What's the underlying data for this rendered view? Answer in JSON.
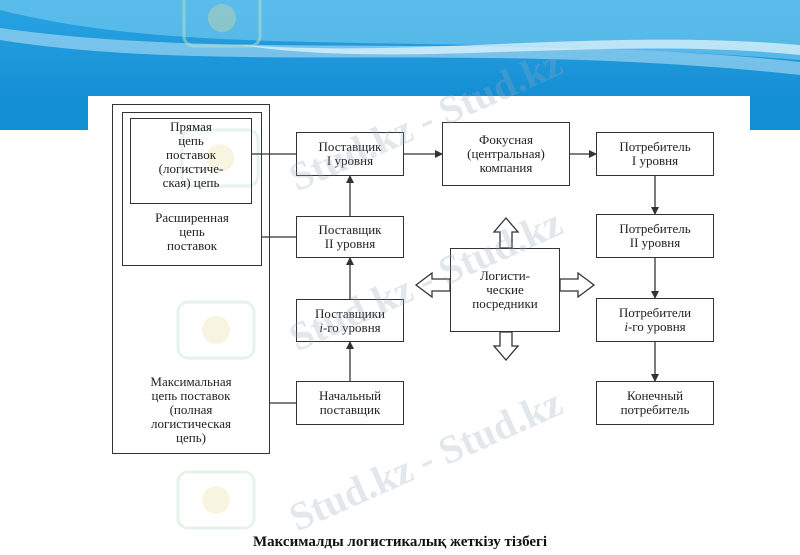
{
  "diagram": {
    "outer_left": {
      "direct_chain": "Прямая\nцепь\nпоставок\n(логистиче-\nская) цепь",
      "extended_chain": "Расширенная\nцепь\nпоставок",
      "maximal_chain": "Максимальная\nцепь поставок\n(полная\nлогистическая\nцепь)"
    },
    "suppliers": {
      "tier1": "Поставщик\nI уровня",
      "tier2": "Поставщик\nII уровня",
      "tier_i_prefix": "Поставщики",
      "tier_i_italic": "i",
      "tier_i_suffix": "-го уровня",
      "initial": "Начальный\nпоставщик"
    },
    "focus_company": "Фокусная\n(центральная)\nкомпания",
    "intermediaries": "Логисти-\nческие\nпосредники",
    "consumers": {
      "tier1": "Потребитель\nI уровня",
      "tier2": "Потребитель\nII уровня",
      "tier_i_prefix": "Потребители",
      "tier_i_italic": "i",
      "tier_i_suffix": "-го уровня",
      "final": "Конечный\nпотребитель"
    }
  },
  "caption": "Максималды логистикалық жеткізу тізбегі",
  "watermark": "Stud.kz - Stud.kz",
  "colors": {
    "banner_light": "#bfe6f7",
    "banner_mid": "#3eb0e6",
    "banner_dark": "#1a8fd4",
    "line": "#333333"
  }
}
